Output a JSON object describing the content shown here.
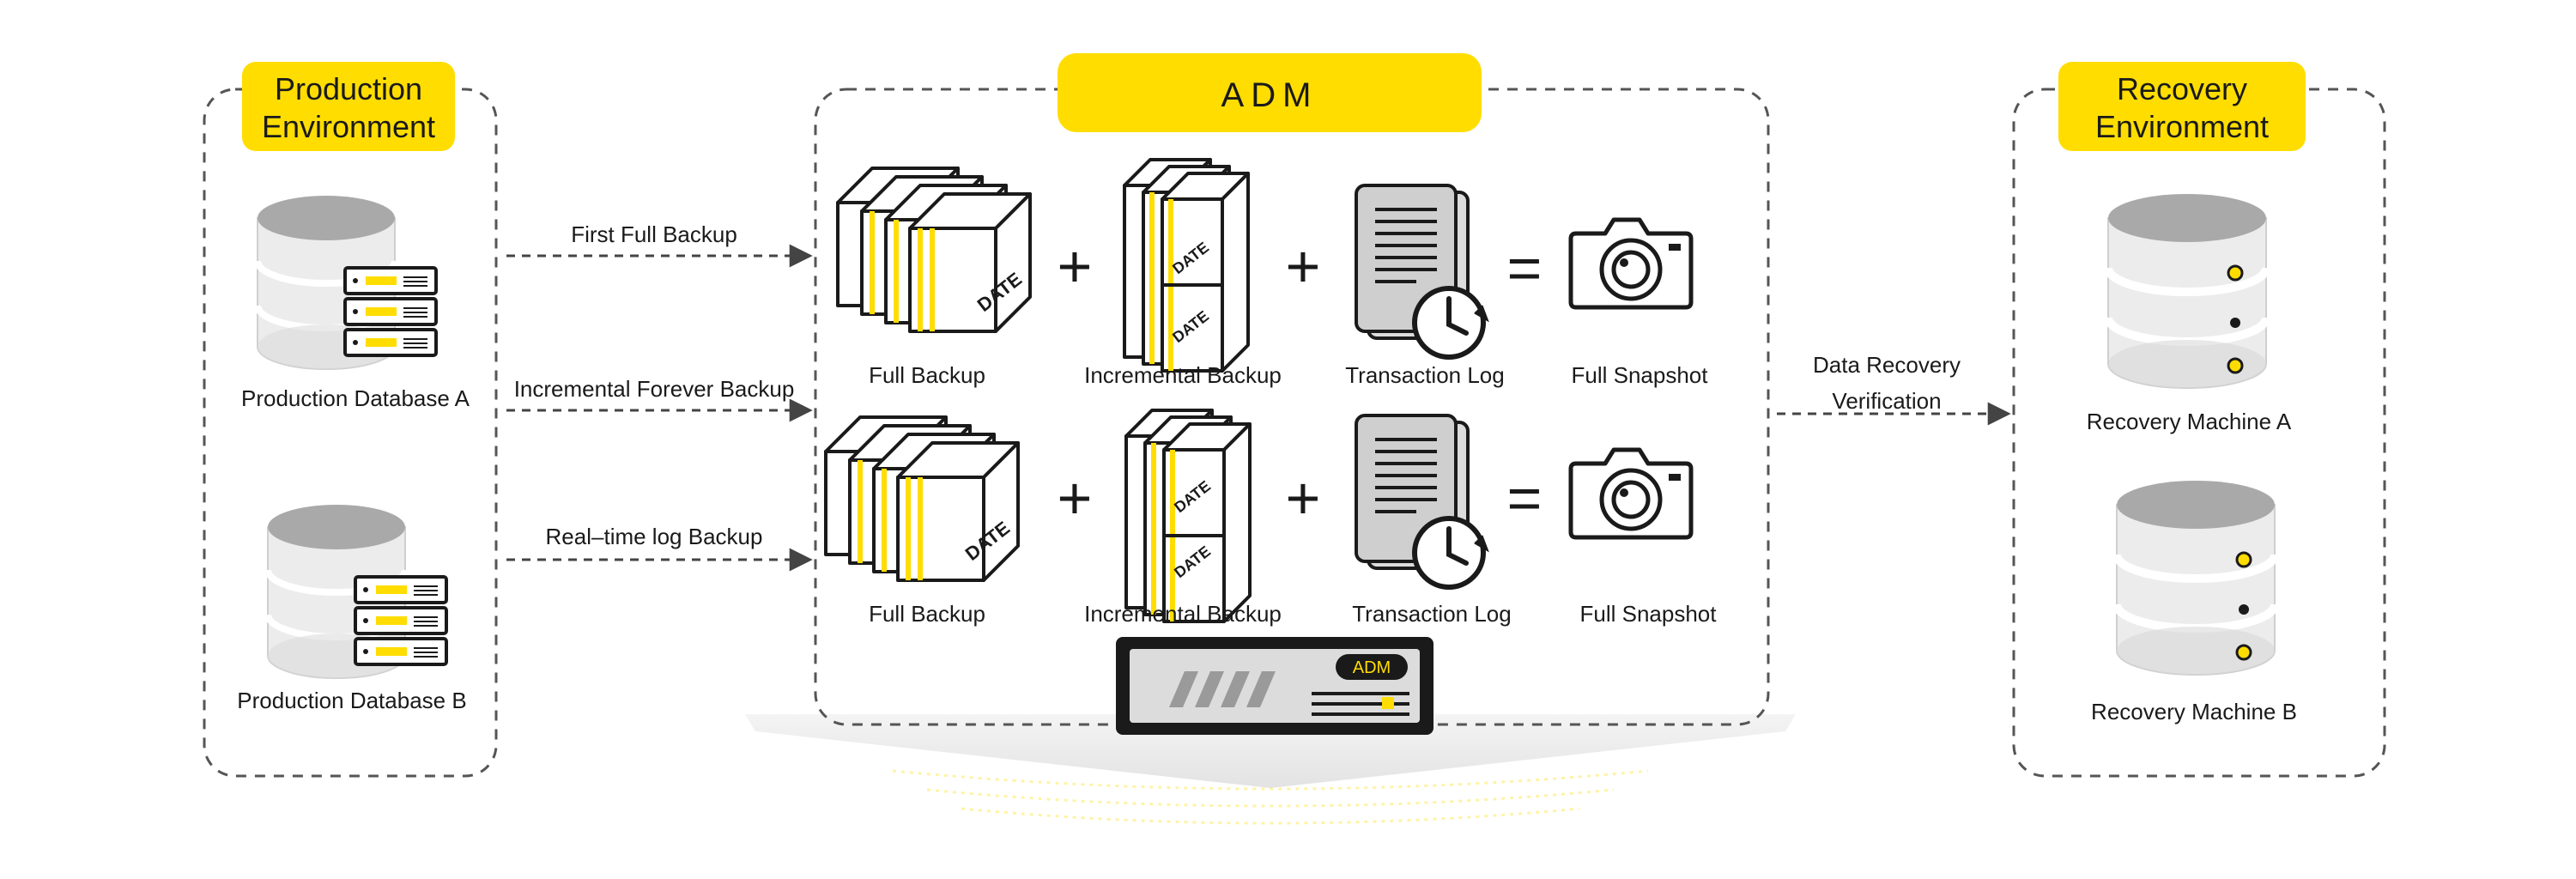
{
  "colors": {
    "accent": "#FFDD00",
    "stroke": "#1a1a1a",
    "panel_border": "#555555",
    "disk_top": "#a9a9a9",
    "disk_body": "#e9e9e9",
    "log_fill": "#cfcfcf"
  },
  "production": {
    "title_line1": "Production",
    "title_line2": "Environment",
    "database_a": "Production Database A",
    "database_b": "Production Database B"
  },
  "flows": {
    "first_full": "First Full Backup",
    "incremental_forever": "Incremental Forever Backup",
    "realtime_log": "Real–time log Backup",
    "verification_line1": "Data Recovery",
    "verification_line2": "Verification"
  },
  "adm": {
    "title": "ADM",
    "server_badge": "ADM",
    "row1": {
      "full_backup": "Full Backup",
      "incremental_backup": "Incremental Backup",
      "transaction_log": "Transaction Log",
      "full_snapshot": "Full Snapshot"
    },
    "row2": {
      "full_backup": "Full Backup",
      "incremental_backup": "Incremental Backup",
      "transaction_log": "Transaction Log",
      "full_snapshot": "Full Snapshot"
    },
    "operators": {
      "plus": "+",
      "equals": "="
    },
    "box_stamp": "DATE"
  },
  "recovery": {
    "title_line1": "Recovery",
    "title_line2": "Environment",
    "machine_a": "Recovery Machine A",
    "machine_b": "Recovery Machine B"
  }
}
